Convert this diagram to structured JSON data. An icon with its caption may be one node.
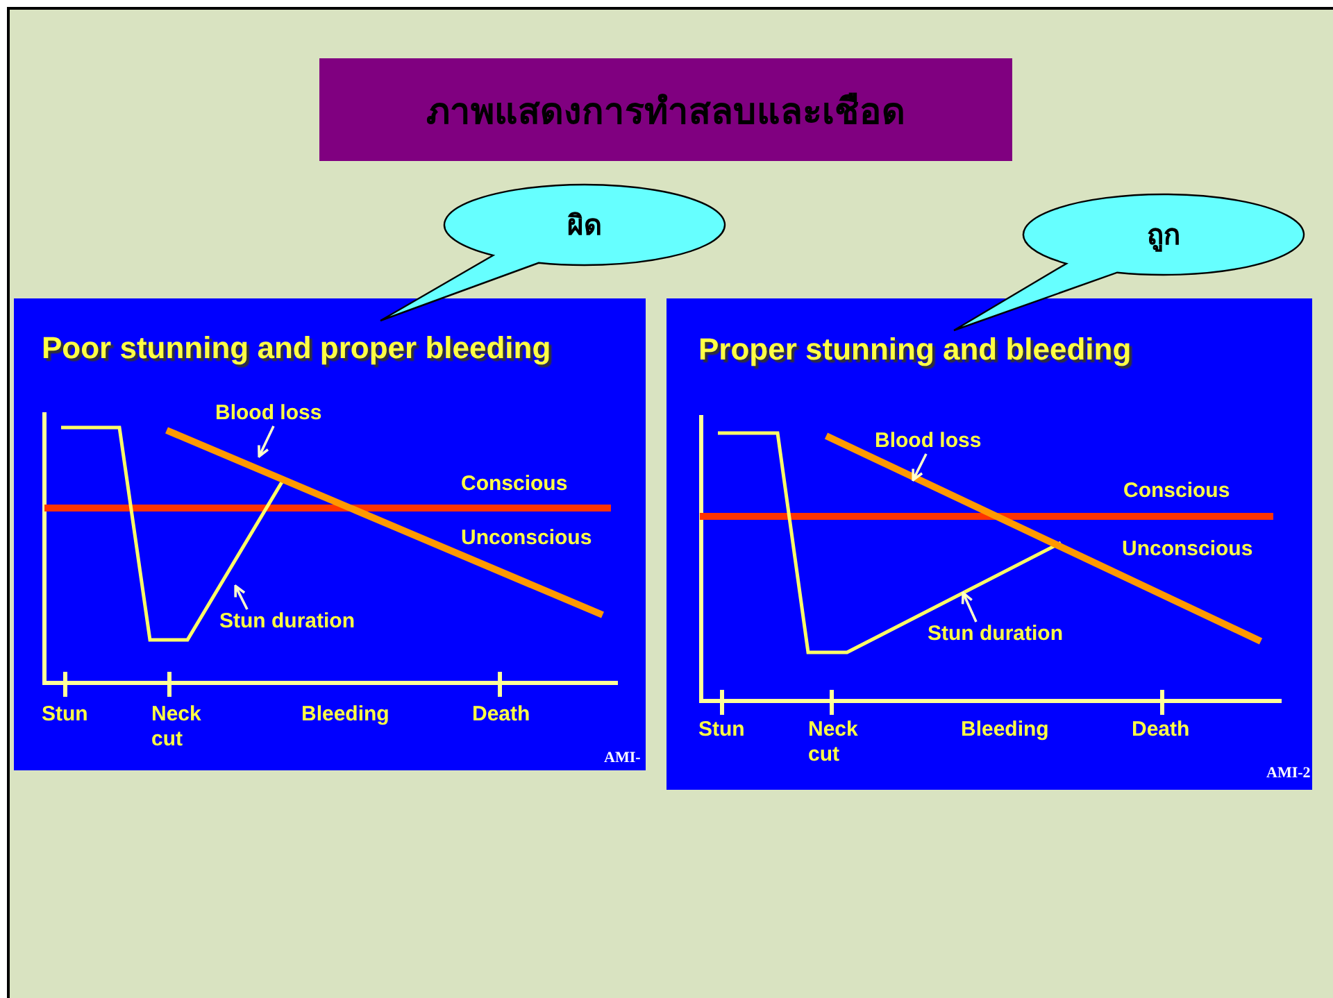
{
  "diagram": {
    "title": "ภาพแสดงการทำสลบและเชือด",
    "nodes": [
      {
        "text": [
          "ผิด"
        ]
      },
      {
        "text": [
          "Poor stunning and proper bleeding"
        ]
      },
      {
        "text": [
          "Blood loss"
        ],
        "in": 1
      },
      {
        "text": [
          "Stun duration"
        ],
        "in": 1
      },
      {
        "text": [
          "ถูก"
        ]
      },
      {
        "text": [
          "Proper stunning and bleeding"
        ]
      },
      {
        "text": [
          "Blood loss"
        ],
        "in": 5
      },
      {
        "text": [
          "Stun duration"
        ],
        "in": 5
      }
    ],
    "edges": [
      {
        "from": 2,
        "to": null,
        "arrow": "to"
      },
      {
        "from": 3,
        "to": null,
        "arrow": "to"
      },
      {
        "from": 6,
        "to": null,
        "arrow": "to"
      },
      {
        "from": 7,
        "to": null,
        "arrow": "to"
      }
    ],
    "labels": [
      "Conscious",
      "Unconscious",
      "Stun",
      "Neck cut",
      "Bleeding",
      "Death",
      "AMI-",
      "Conscious",
      "Unconscious",
      "Stun",
      "Neck cut",
      "Bleeding",
      "Death",
      "AMI-2"
    ]
  }
}
